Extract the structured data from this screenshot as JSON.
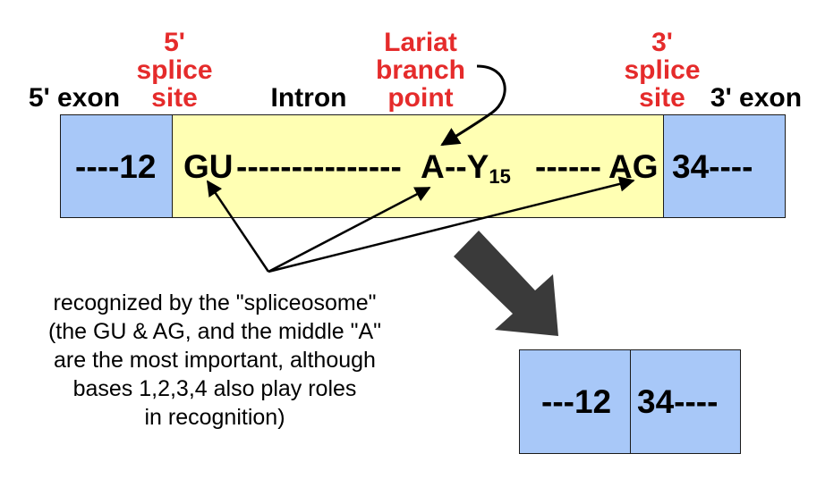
{
  "labels": {
    "five_prime_exon": "5' exon",
    "five_prime_splice_site": [
      "5'",
      "splice",
      "site"
    ],
    "intron": "Intron",
    "lariat_branch_point": [
      "Lariat",
      "branch",
      "point"
    ],
    "three_prime_splice_site": [
      "3'",
      "splice",
      "site"
    ],
    "three_prime_exon": "3' exon"
  },
  "sequence": {
    "exon5": "----12",
    "gu": "GU",
    "dashes1": "---------------",
    "a": "A",
    "dashes2": "--Y",
    "y_sub": "15",
    "dashes3": "------",
    "ag": "AG",
    "exon3": "34----"
  },
  "note_lines": [
    "recognized by the \"spliceosome\"",
    "(the GU & AG, and the middle \"A\"",
    "are the most important, although",
    "bases 1,2,3,4 also play roles",
    "in recognition)"
  ],
  "spliced": {
    "left": "---12",
    "right": "34----"
  },
  "colors": {
    "exon_fill": "#a8c8f8",
    "intron_fill": "#ffffb3",
    "label_red": "#e52b2b",
    "arrow_dark": "#3a3a3a"
  }
}
